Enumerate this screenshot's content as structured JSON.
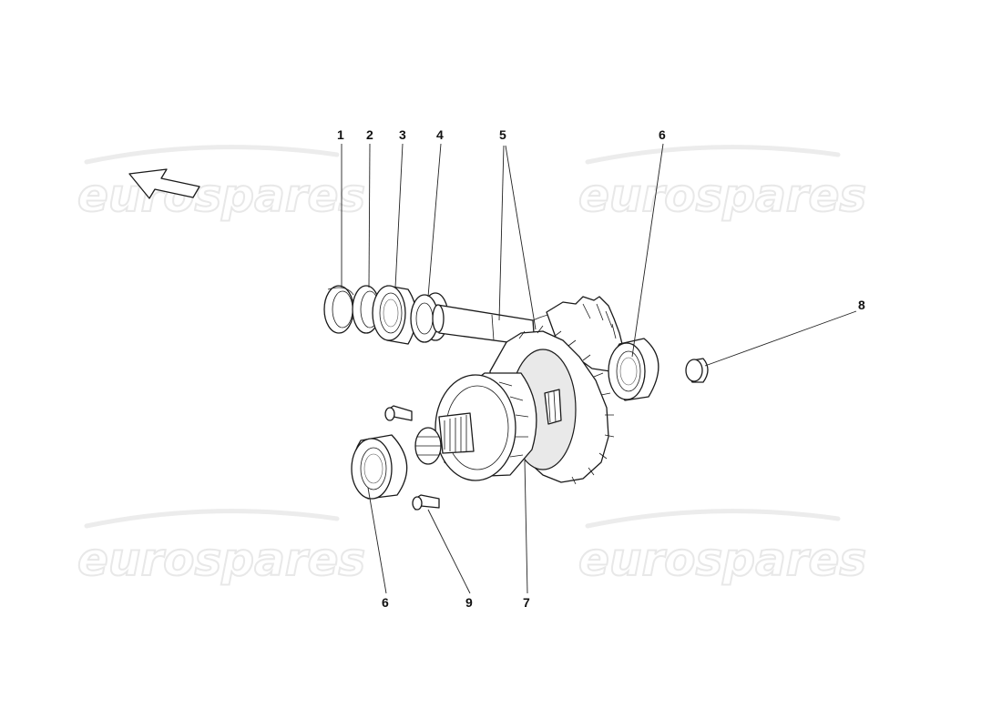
{
  "watermarks": [
    {
      "id": "tl",
      "text": "eurospares"
    },
    {
      "id": "tr",
      "text": "eurospares"
    },
    {
      "id": "bl",
      "text": "eurospares"
    },
    {
      "id": "br",
      "text": "eurospares"
    }
  ],
  "orientation_arrow_icon": "direction-arrow-icon",
  "callouts": [
    {
      "id": "c1",
      "label": "1"
    },
    {
      "id": "c2",
      "label": "2"
    },
    {
      "id": "c3",
      "label": "3"
    },
    {
      "id": "c4",
      "label": "4"
    },
    {
      "id": "c5",
      "label": "5"
    },
    {
      "id": "c6a",
      "label": "6"
    },
    {
      "id": "c6b",
      "label": "6"
    },
    {
      "id": "c7",
      "label": "7"
    },
    {
      "id": "c8",
      "label": "8"
    },
    {
      "id": "c9",
      "label": "9"
    }
  ]
}
